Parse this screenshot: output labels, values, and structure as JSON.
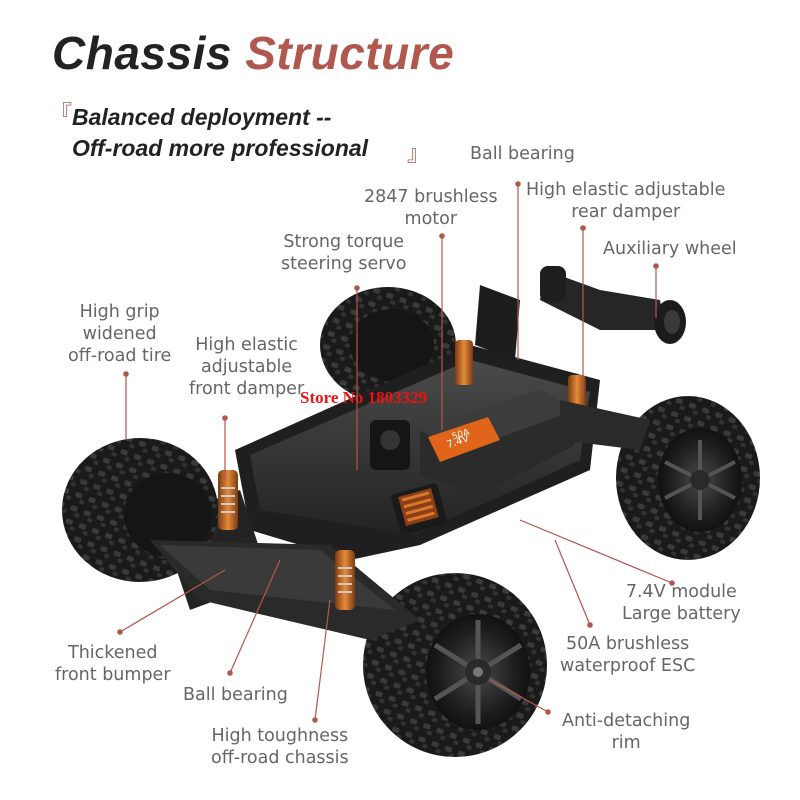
{
  "title": {
    "part1": "Chassis",
    "part2": "Structure"
  },
  "subtitle": {
    "line1": "Balanced deployment --",
    "line2": "Off-road more professional"
  },
  "watermark": "Store No 1803329",
  "colors": {
    "title_dark": "#222222",
    "title_accent": "#b0584e",
    "label_text": "#666666",
    "leader_line": "#b0584e",
    "watermark": "#ee1111"
  },
  "labels": {
    "ball_bearing_top": [
      "Ball bearing"
    ],
    "motor": [
      "2847 brushless",
      "motor"
    ],
    "rear_damper": [
      "High elastic adjustable",
      "rear damper"
    ],
    "servo": [
      "Strong torque",
      "steering servo"
    ],
    "aux_wheel": [
      "Auxiliary wheel"
    ],
    "tire": [
      "High grip",
      "widened",
      "off-road tire"
    ],
    "front_damper": [
      "High elastic",
      "adjustable",
      "front damper"
    ],
    "battery": [
      "7.4V module",
      "Large battery"
    ],
    "esc": [
      "50A brushless",
      "waterproof ESC"
    ],
    "bumper": [
      "Thickened",
      "front bumper"
    ],
    "ball_bearing_bottom": [
      "Ball bearing"
    ],
    "rim": [
      "Anti-detaching",
      "rim"
    ],
    "chassis": [
      "High toughness",
      "off-road chassis"
    ]
  },
  "esc_sticker": "50A"
}
